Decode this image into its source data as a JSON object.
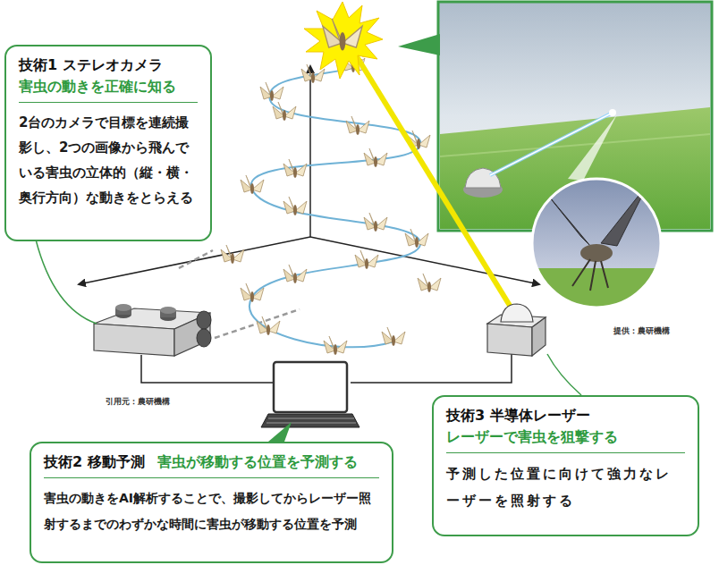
{
  "diagram": {
    "nodes": [
      {
        "text": [
          "技術1 ステレオカメラ",
          "害虫の動きを正確に知る",
          "2台のカメラで目標を連続撮影し、2つの画像から飛んでいる害虫の立体的（縦・横・奥行方向）な動きをとらえる"
        ]
      },
      {
        "text": [
          "技術2 移動予測",
          "害虫が移動する位置を予測する",
          "害虫の動きをAI解析することで、撮影してからレーザー照射するまでのわずかな時間に害虫が移動する位置を予測"
        ]
      },
      {
        "text": [
          "技術3 半導体レーザー",
          "レーザーで害虫を狙撃する",
          "予測した位置に向けて強力なレーザーを照射する"
        ]
      }
    ],
    "labels": [
      "提供：農研機構",
      "引用元：農研機構"
    ]
  }
}
